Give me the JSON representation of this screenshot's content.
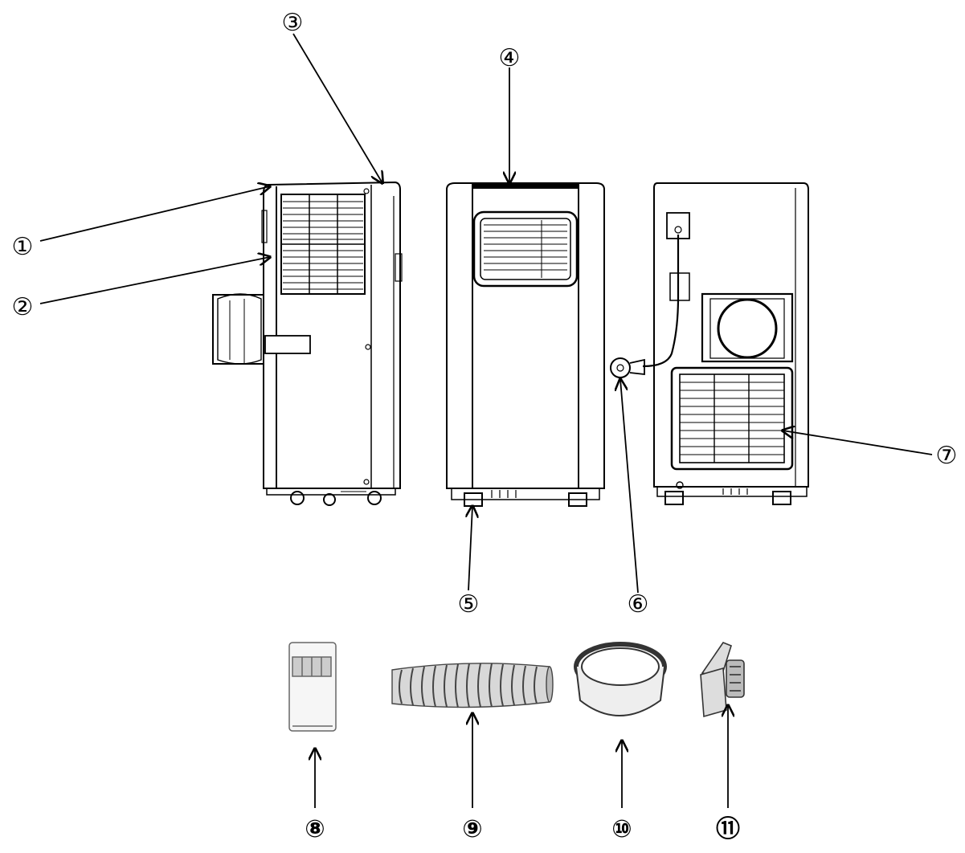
{
  "callouts": {
    "c1": "①",
    "c2": "②",
    "c3": "③",
    "c4": "④",
    "c5": "⑤",
    "c6": "⑥",
    "c7": "⑦",
    "c8": "⑧",
    "c9": "⑨",
    "c10": "⑩",
    "c11": "⑪"
  }
}
